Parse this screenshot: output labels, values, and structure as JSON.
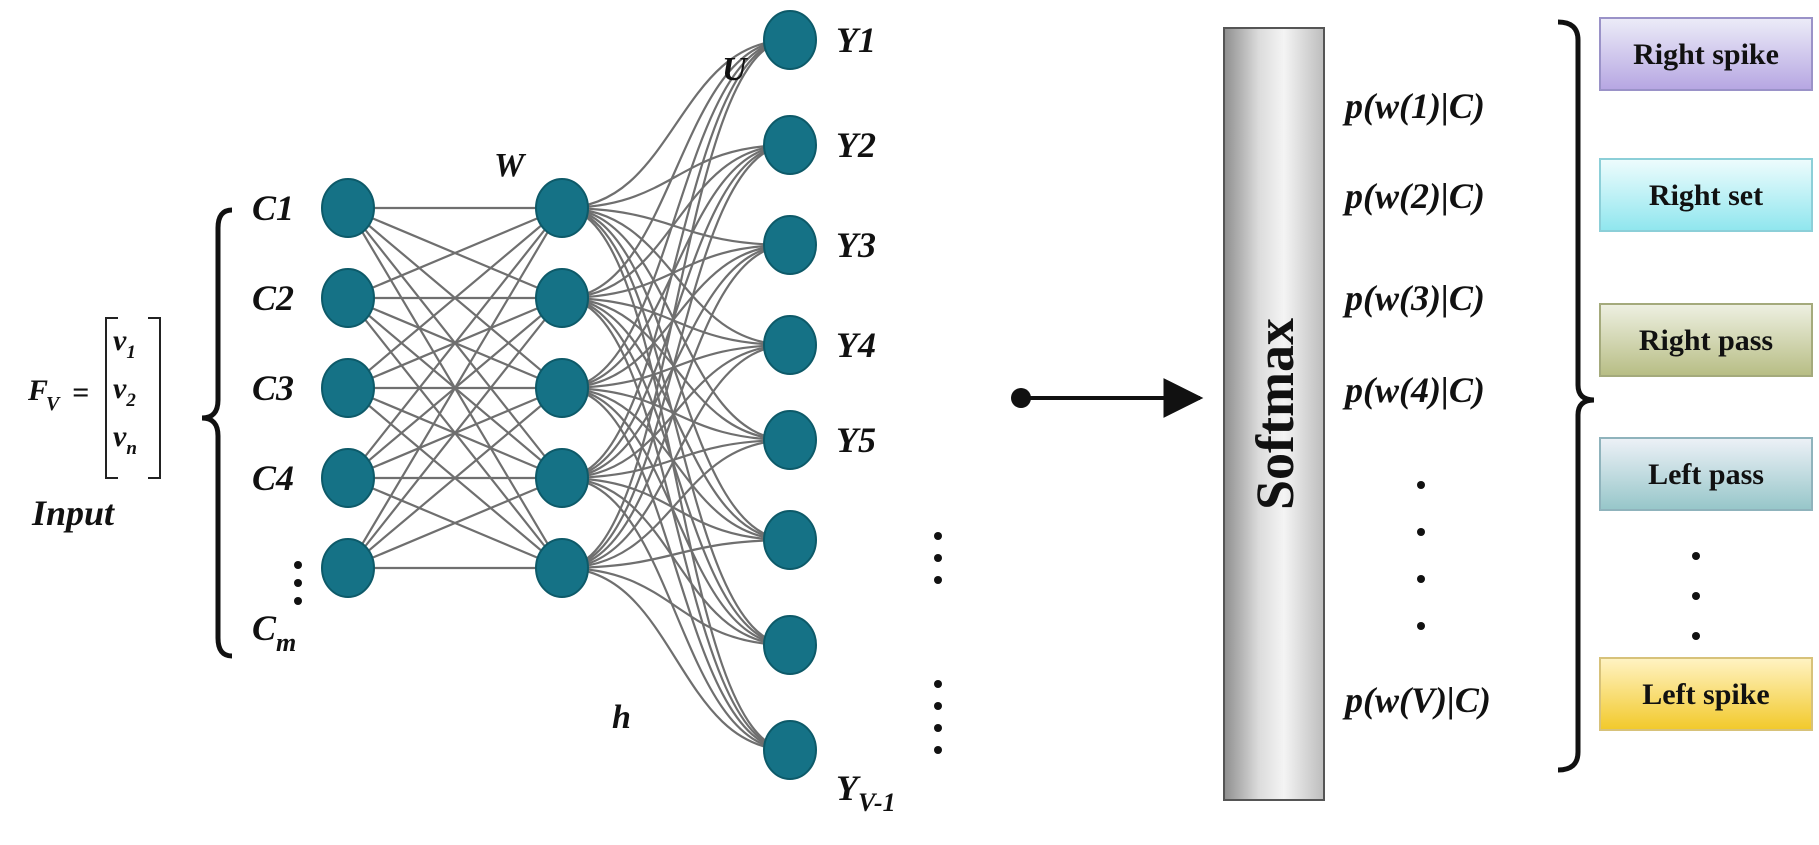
{
  "input": {
    "label": "Input",
    "vector_lhs": "F",
    "vector_sub": "V",
    "vector_entries": [
      {
        "base": "v",
        "sub": "1"
      },
      {
        "base": "v",
        "sub": "2"
      },
      {
        "base": "v",
        "sub": "n"
      }
    ]
  },
  "context_nodes": [
    {
      "base": "C1",
      "sub": ""
    },
    {
      "base": "C2",
      "sub": ""
    },
    {
      "base": "C3",
      "sub": ""
    },
    {
      "base": "C4",
      "sub": ""
    },
    {
      "base": "C",
      "sub": "m"
    }
  ],
  "weights": {
    "input_hidden": "W",
    "hidden_output": "U"
  },
  "hidden_label": "h",
  "output_nodes": [
    {
      "base": "Y1",
      "sub": ""
    },
    {
      "base": "Y2",
      "sub": ""
    },
    {
      "base": "Y3",
      "sub": ""
    },
    {
      "base": "Y4",
      "sub": ""
    },
    {
      "base": "Y5",
      "sub": ""
    },
    {
      "base": "Y",
      "sub": "V-1"
    }
  ],
  "softmax_label": "Softmax",
  "probabilities": [
    "p(w(1)|C)",
    "p(w(2)|C)",
    "p(w(3)|C)",
    "p(w(4)|C)",
    "p(w(V)|C)"
  ],
  "classes": [
    {
      "label": "Right spike",
      "color_top": "#ececf8",
      "color_bottom": "#b6a6e2",
      "border": "#9a92c8"
    },
    {
      "label": "Right set",
      "color_top": "#eefcfd",
      "color_bottom": "#8fe6ee",
      "border": "#8ccfd8"
    },
    {
      "label": "Right pass",
      "color_top": "#eef0e2",
      "color_bottom": "#b7bd84",
      "border": "#a4aa7c"
    },
    {
      "label": "Left pass",
      "color_top": "#edf1f7",
      "color_bottom": "#96c6c9",
      "border": "#8fb3bc"
    },
    {
      "label": "Left spike",
      "color_top": "#fff3c4",
      "color_bottom": "#f2c92a",
      "border": "#d7c27a"
    }
  ],
  "colors": {
    "node": "#157286",
    "edge": "#6f6f6f"
  }
}
